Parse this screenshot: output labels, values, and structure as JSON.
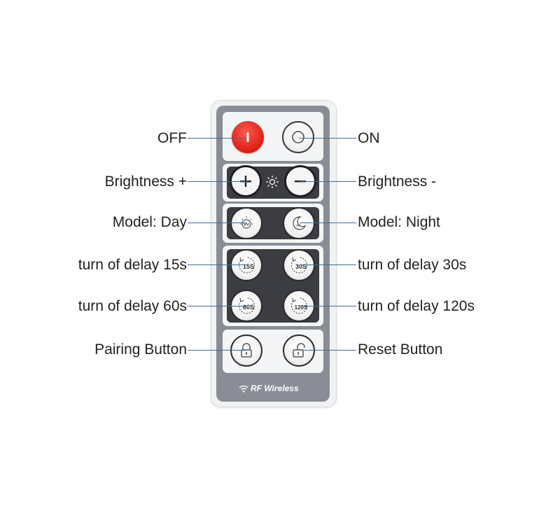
{
  "labels": {
    "off": "OFF",
    "on": "ON",
    "brightness_up": "Brightness +",
    "brightness_down": "Brightness -",
    "mode_day": "Model: Day",
    "mode_night": "Model: Night",
    "delay_15": "turn of delay 15s",
    "delay_30": "turn of delay 30s",
    "delay_60": "turn of delay 60s",
    "delay_120": "turn of delay 120s",
    "pairing": "Pairing Button",
    "reset": "Reset Button"
  },
  "remote": {
    "brand": "RF Wireless",
    "timer_15": "15S",
    "timer_30": "30S",
    "timer_60": "60S",
    "timer_120": "120S"
  },
  "colors": {
    "leader_line": "#3a6fa0",
    "power_off": "#e2261b",
    "remote_face": "#8a8d95"
  },
  "icons": [
    "power-off-icon",
    "power-on-icon",
    "plus-icon",
    "sun-icon",
    "minus-icon",
    "day-mode-icon",
    "night-mode-icon",
    "timer-icon",
    "lock-icon",
    "unlock-icon",
    "wifi-icon"
  ]
}
